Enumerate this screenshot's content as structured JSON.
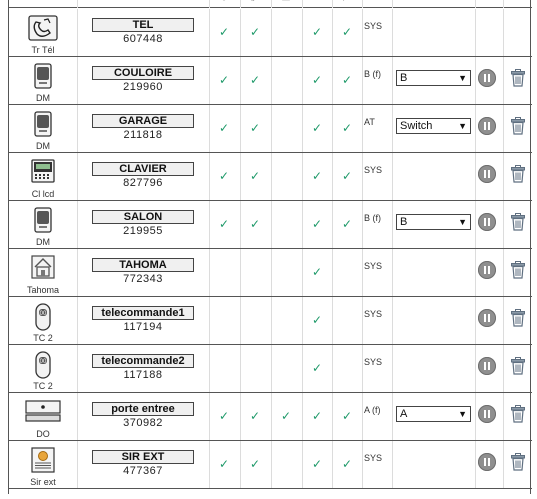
{
  "colors": {
    "check": "#1f9a6a",
    "pause_button": "#8f8f8f",
    "trash_icon": "#5f6f80",
    "grid_line": "#555555"
  },
  "header": {
    "icons": [
      "sensor-icon",
      "filter-icon",
      "lock-icon",
      "minus-icon",
      "flag-icon"
    ]
  },
  "rows": [
    {
      "icon": "phone-icon",
      "caption": "Tr Tél",
      "name": "TEL",
      "id": "607448",
      "checks": [
        true,
        true,
        false,
        true,
        true
      ],
      "mode": "SYS",
      "select": null,
      "actions": false
    },
    {
      "icon": "door-detector-icon",
      "caption": "DM",
      "name": "COULOIRE",
      "id": "219960",
      "checks": [
        true,
        true,
        false,
        true,
        true
      ],
      "mode": "B (f)",
      "select": "B",
      "actions": true
    },
    {
      "icon": "door-detector-icon",
      "caption": "DM",
      "name": "GARAGE",
      "id": "211818",
      "checks": [
        true,
        true,
        false,
        true,
        true
      ],
      "mode": "AT",
      "select": "Switch",
      "actions": true
    },
    {
      "icon": "keypad-lcd-icon",
      "caption": "Cl lcd",
      "name": "CLAVIER",
      "id": "827796",
      "checks": [
        true,
        true,
        false,
        true,
        true
      ],
      "mode": "SYS",
      "select": null,
      "actions": true
    },
    {
      "icon": "door-detector-icon",
      "caption": "DM",
      "name": "SALON",
      "id": "219955",
      "checks": [
        true,
        true,
        false,
        true,
        true
      ],
      "mode": "B (f)",
      "select": "B",
      "actions": true
    },
    {
      "icon": "house-icon",
      "caption": "Tahoma",
      "name": "TAHOMA",
      "id": "772343",
      "checks": [
        false,
        false,
        false,
        true,
        false
      ],
      "mode": "SYS",
      "select": null,
      "actions": true
    },
    {
      "icon": "remote-control-icon",
      "caption": "TC 2",
      "name": "telecommande1",
      "id": "117194",
      "checks": [
        false,
        false,
        false,
        true,
        false
      ],
      "mode": "SYS",
      "select": null,
      "actions": true
    },
    {
      "icon": "remote-control-icon",
      "caption": "TC 2",
      "name": "telecommande2",
      "id": "117188",
      "checks": [
        false,
        false,
        false,
        true,
        false
      ],
      "mode": "SYS",
      "select": null,
      "actions": true
    },
    {
      "icon": "opening-detector-icon",
      "caption": "DO",
      "name": "porte entree",
      "id": "370982",
      "checks": [
        true,
        true,
        true,
        true,
        true
      ],
      "mode": "A (f)",
      "select": "A",
      "actions": true
    },
    {
      "icon": "siren-icon",
      "caption": "Sir ext",
      "name": "SIR EXT",
      "id": "477367",
      "checks": [
        true,
        true,
        false,
        true,
        true
      ],
      "mode": "SYS",
      "select": null,
      "actions": true
    }
  ]
}
